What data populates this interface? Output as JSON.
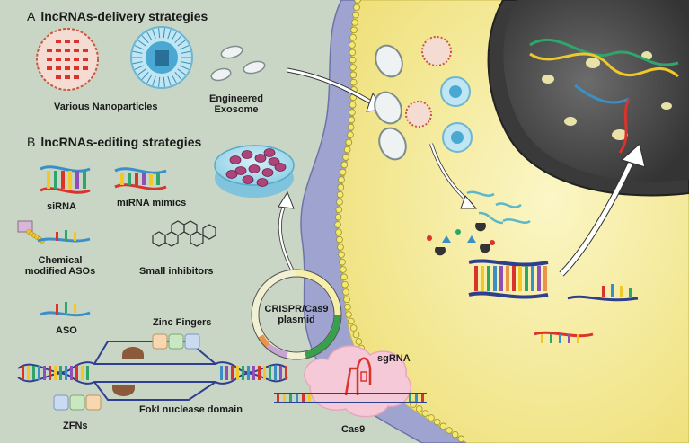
{
  "section_a": {
    "letter": "A",
    "title": "lncRNAs-delivery strategies"
  },
  "section_b": {
    "letter": "B",
    "title": "lncRNAs-editing strategies"
  },
  "labels": {
    "nanoparticles": "Various Nanoparticles",
    "exosome_line1": "Engineered",
    "exosome_line2": "Exosome",
    "sirna": "siRNA",
    "mirna_mimics": "miRNA mimics",
    "chem_aso_line1": "Chemical",
    "chem_aso_line2": "modified ASOs",
    "small_inhibitors": "Small inhibitors",
    "aso": "ASO",
    "zinc_fingers": "Zinc Fingers",
    "fokl": "FokI nuclease domain",
    "zfns": "ZFNs",
    "crispr_line1": "CRISPR/Cas9",
    "crispr_line2": "plasmid",
    "sgrna": "sgRNA",
    "cas9": "Cas9"
  },
  "colors": {
    "background": "#c9d6c6",
    "cytoplasm": "#f6efaa",
    "nucleus": "#4a4a4a",
    "membrane": "#9ea3cf",
    "rna_blue": "#3a8fc7",
    "accent_red": "#d9342b"
  }
}
